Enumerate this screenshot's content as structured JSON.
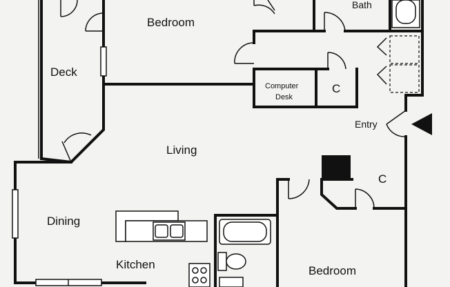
{
  "rooms": {
    "bath": "Bath",
    "bedroom_top": "Bedroom",
    "deck": "Deck",
    "computer_desk_line1": "Computer",
    "computer_desk_line2": "Desk",
    "closet_top": "C",
    "entry": "Entry",
    "living": "Living",
    "closet_right": "C",
    "dining": "Dining",
    "kitchen": "Kitchen",
    "bedroom_bottom": "Bedroom"
  },
  "colors": {
    "wall": "#111111",
    "background": "#f3f3f1"
  }
}
